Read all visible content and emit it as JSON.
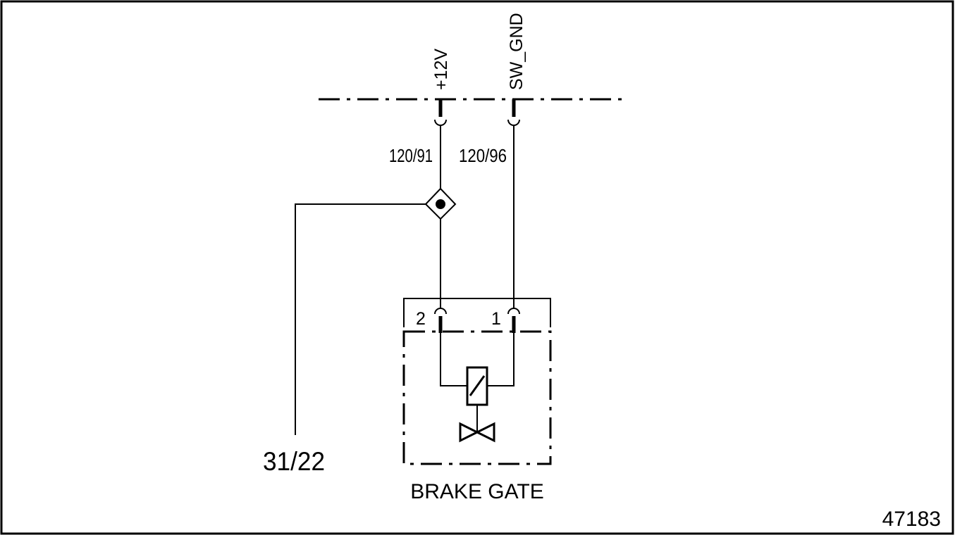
{
  "labels": {
    "bus_plus12v": "+12V",
    "bus_sw_gnd": "SW_GND",
    "wire_left": "120/91",
    "wire_right": "120/96",
    "ground_ref": "31/22",
    "pin_2": "2",
    "pin_1": "1",
    "component_name": "BRAKE GATE",
    "figure_number": "47183"
  },
  "colors": {
    "ink": "#000000",
    "background": "#ffffff"
  }
}
